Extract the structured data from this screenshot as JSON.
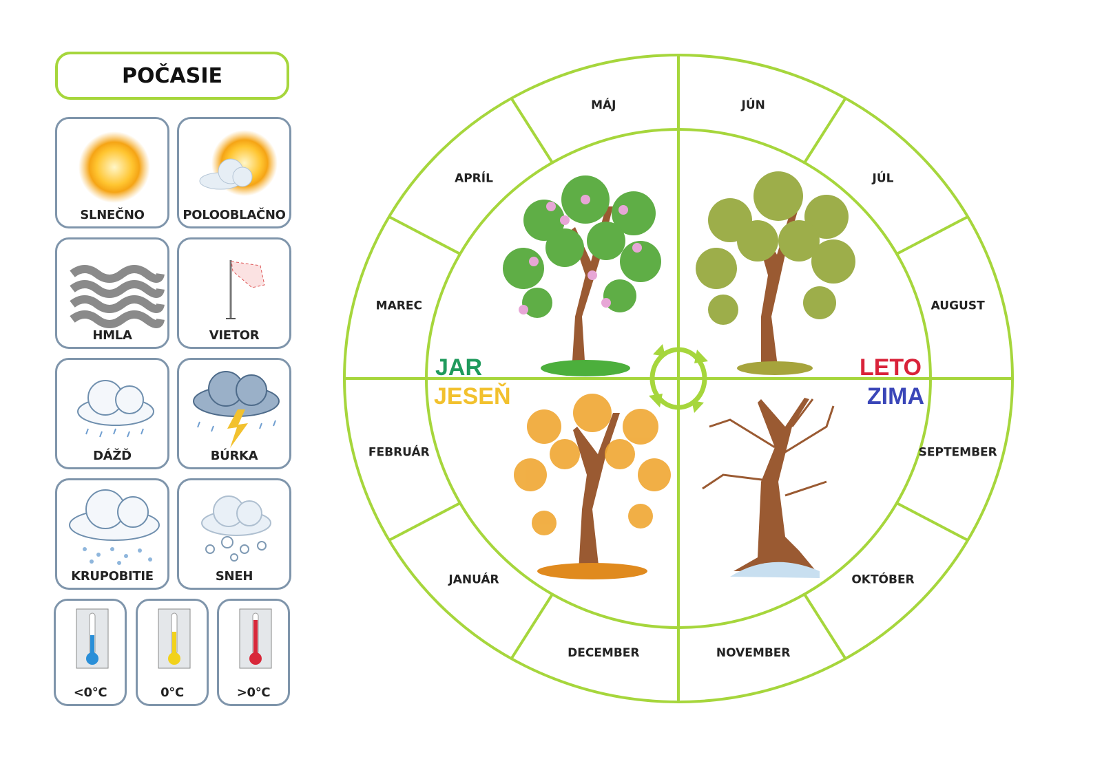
{
  "weather_panel": {
    "title": "POČASIE",
    "cards": [
      {
        "label": "SLNEČNO",
        "icon": "sun-icon"
      },
      {
        "label": "POLOOBLAČNO",
        "icon": "partly-cloudy-icon"
      },
      {
        "label": "HMLA",
        "icon": "fog-icon"
      },
      {
        "label": "VIETOR",
        "icon": "windsock-icon"
      },
      {
        "label": "DÁŽĎ",
        "icon": "rain-cloud-icon"
      },
      {
        "label": "BÚRKA",
        "icon": "storm-cloud-icon"
      },
      {
        "label": "KRUPOBITIE",
        "icon": "hail-cloud-icon"
      },
      {
        "label": "SNEH",
        "icon": "snow-cloud-icon"
      }
    ],
    "temperatures": [
      {
        "label": "<0°C",
        "color": "#2a8fd8"
      },
      {
        "label": "0°C",
        "color": "#f2d21c"
      },
      {
        "label": ">0°C",
        "color": "#d8283a"
      }
    ]
  },
  "wheel": {
    "months": [
      "JÚN",
      "JÚL",
      "AUGUST",
      "SEPTEMBER",
      "OKTÓBER",
      "NOVEMBER",
      "DECEMBER",
      "JANUÁR",
      "FEBRUÁR",
      "MAREC",
      "APRÍL",
      "MÁJ"
    ],
    "seasons": {
      "spring": {
        "label": "JAR",
        "color": "#1f9a5c"
      },
      "summer": {
        "label": "LETO",
        "color": "#d9233a"
      },
      "autumn": {
        "label": "JESEŇ",
        "color": "#f2c12e"
      },
      "winter": {
        "label": "ZIMA",
        "color": "#3a46b8"
      }
    },
    "line_color": "#a6d63c"
  }
}
